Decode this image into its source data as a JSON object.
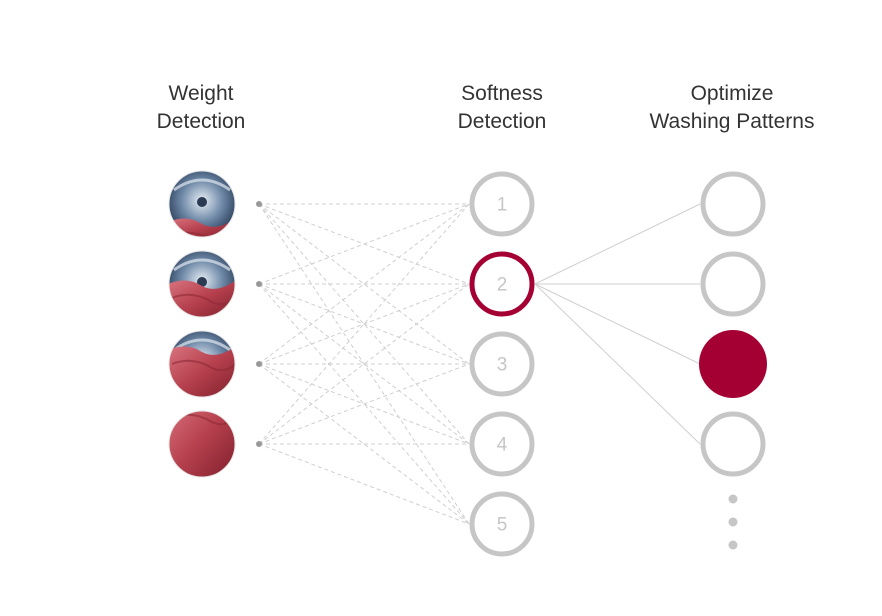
{
  "headings": {
    "weight": [
      "Weight",
      "Detection"
    ],
    "softness": [
      "Softness",
      "Detection"
    ],
    "optimize": [
      "Optimize",
      "Washing Patterns"
    ]
  },
  "softness_nodes": [
    "1",
    "2",
    "3",
    "4",
    "5"
  ],
  "selected_softness": "2",
  "output_nodes": 4,
  "selected_output_index": 3,
  "weight_levels": 4,
  "colors": {
    "accent": "#a50034",
    "ring": "#c6c6c6",
    "line": "#cfcfcf",
    "text": "#333333"
  }
}
